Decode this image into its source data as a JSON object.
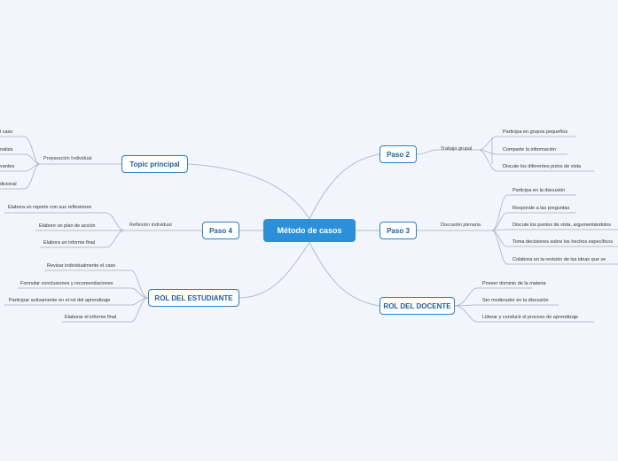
{
  "central": "Método de casos",
  "topic_principal": {
    "title": "Topic principal",
    "sub": "Preparación Individual",
    "leaves": [
      "l caso",
      "naliza",
      "vantes",
      "dicional"
    ]
  },
  "paso4": {
    "title": "Paso 4",
    "sub": "Reflexión Individual",
    "leaves": [
      "Elabora un reporte con sus reflexiones",
      "Elabore un plan de acción",
      "Elabora un informe final"
    ]
  },
  "rol_estudiante": {
    "title": "ROL DEL ESTUDIANTE",
    "leaves": [
      "Revisar individualmente el caso",
      "Formular conclusiones y recomendaciones",
      "Participar activamente en el rol del aprendizaje",
      "Elaborar el informe final"
    ]
  },
  "paso2": {
    "title": "Paso 2",
    "sub": "Trabajo grupal",
    "leaves": [
      "Participa en grupos pequeños",
      "Comparte la información",
      "Discute los diferentes putos de vista"
    ]
  },
  "paso3": {
    "title": "Paso 3",
    "sub": "Discusión plenaria",
    "leaves": [
      "Participa en la discusión",
      "Responde a las preguntas",
      "Discute los puntos de vista, argumentándolos",
      "Toma decisiones sobre los hechos específicos",
      "Colabora en la revisión de las ideas que se"
    ]
  },
  "rol_docente": {
    "title": "ROL DEL DOCENTE",
    "leaves": [
      "Poseer dominio de la materia",
      "Ser moderador en la discusión",
      "Liderar y conducir el proceso de aprendizaje"
    ]
  },
  "colors": {
    "link": "#b8bcc8",
    "node_border": "#2a7fc9",
    "central_fill": "#2b90d9",
    "background": "#f3f5fc"
  }
}
